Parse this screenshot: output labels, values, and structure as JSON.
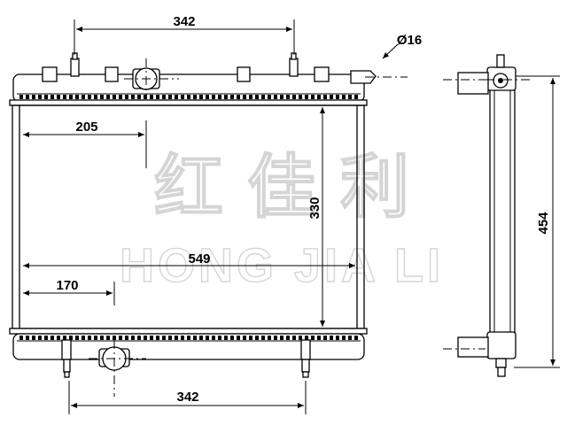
{
  "watermark": {
    "chinese": "红 佳 利",
    "latin": "HONG JIA LI"
  },
  "dimensions": {
    "top_pipe_spacing": "342",
    "bottom_pipe_spacing": "342",
    "top_outlet_offset": "205",
    "core_width": "549",
    "core_height": "330",
    "bottom_outlet_offset": "170",
    "overall_height": "454",
    "outlet_diameter": "Ø16"
  }
}
